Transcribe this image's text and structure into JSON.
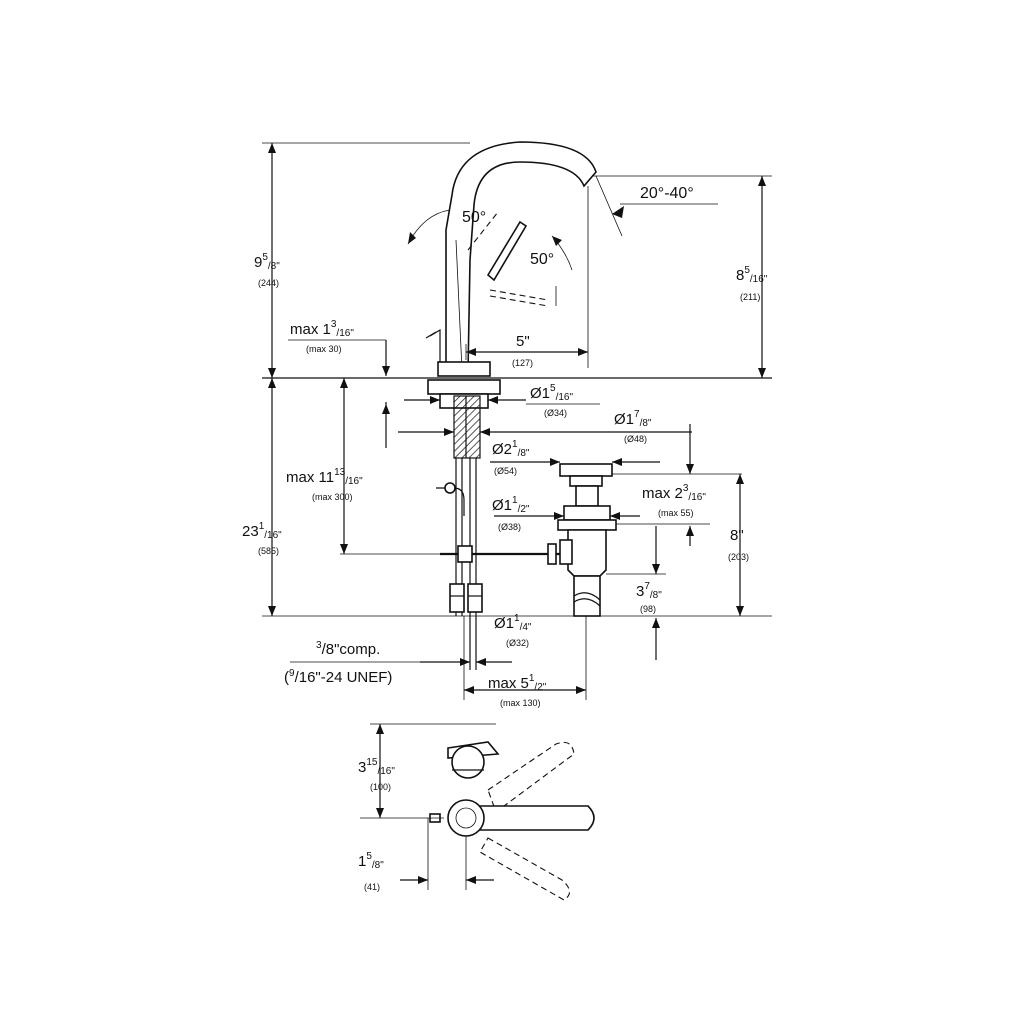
{
  "dimensions": {
    "height_total": {
      "main": "9",
      "sup": "5",
      "sub": "/8\"",
      "mm": "(244)"
    },
    "deck_max": {
      "prefix": "max 1",
      "sup": "3",
      "sub": "/16\"",
      "mm": "(max 30)"
    },
    "spout_height": {
      "main": "8",
      "sup": "5",
      "sub": "/16\"",
      "mm": "(211)"
    },
    "spout_angle": "20°-40°",
    "lever_angle_left": "50°",
    "lever_angle_right": "50°",
    "spout_reach": {
      "main": "5\"",
      "mm": "(127)"
    },
    "dia_base": {
      "main": "Ø1",
      "sup": "5",
      "sub": "/16\"",
      "mm": "(Ø34)"
    },
    "dia_flange": {
      "main": "Ø1",
      "sup": "7",
      "sub": "/8\"",
      "mm": "(Ø48)"
    },
    "dia_drain": {
      "main": "Ø2",
      "sup": "1",
      "sub": "/8\"",
      "mm": "(Ø54)"
    },
    "max_shank": {
      "prefix": "max 11",
      "sup": "13",
      "sub": "/16\"",
      "mm": "(max 300)"
    },
    "under_deck": {
      "main": "23",
      "sup": "1",
      "sub": "/16\"",
      "mm": "(585)"
    },
    "dia_tail": {
      "main": "Ø1",
      "sup": "1",
      "sub": "/2\"",
      "mm": "(Ø38)"
    },
    "max_drain_height": {
      "prefix": "max 2",
      "sup": "3",
      "sub": "/16\"",
      "mm": "(max 55)"
    },
    "drain_total": {
      "main": "8\"",
      "mm": "(203)"
    },
    "trap_height": {
      "main": "3",
      "sup": "7",
      "sub": "/8\"",
      "mm": "(98)"
    },
    "dia_outlet": {
      "main": "Ø1",
      "sup": "1",
      "sub": "/4\"",
      "mm": "(Ø32)"
    },
    "comp": {
      "sup": "3",
      "sub": "/8\"comp."
    },
    "thread": {
      "open": "(",
      "sup": "9",
      "sub": "/16\"-24 UNEF)"
    },
    "max_offset": {
      "prefix": "max 5",
      "sup": "1",
      "sub": "/2\"",
      "mm": "(max 130)"
    },
    "top_depth": {
      "main": "3",
      "sup": "15",
      "sub": "/16\"",
      "mm": "(100)"
    },
    "top_offset": {
      "main": "1",
      "sup": "5",
      "sub": "/8\"",
      "mm": "(41)"
    }
  }
}
